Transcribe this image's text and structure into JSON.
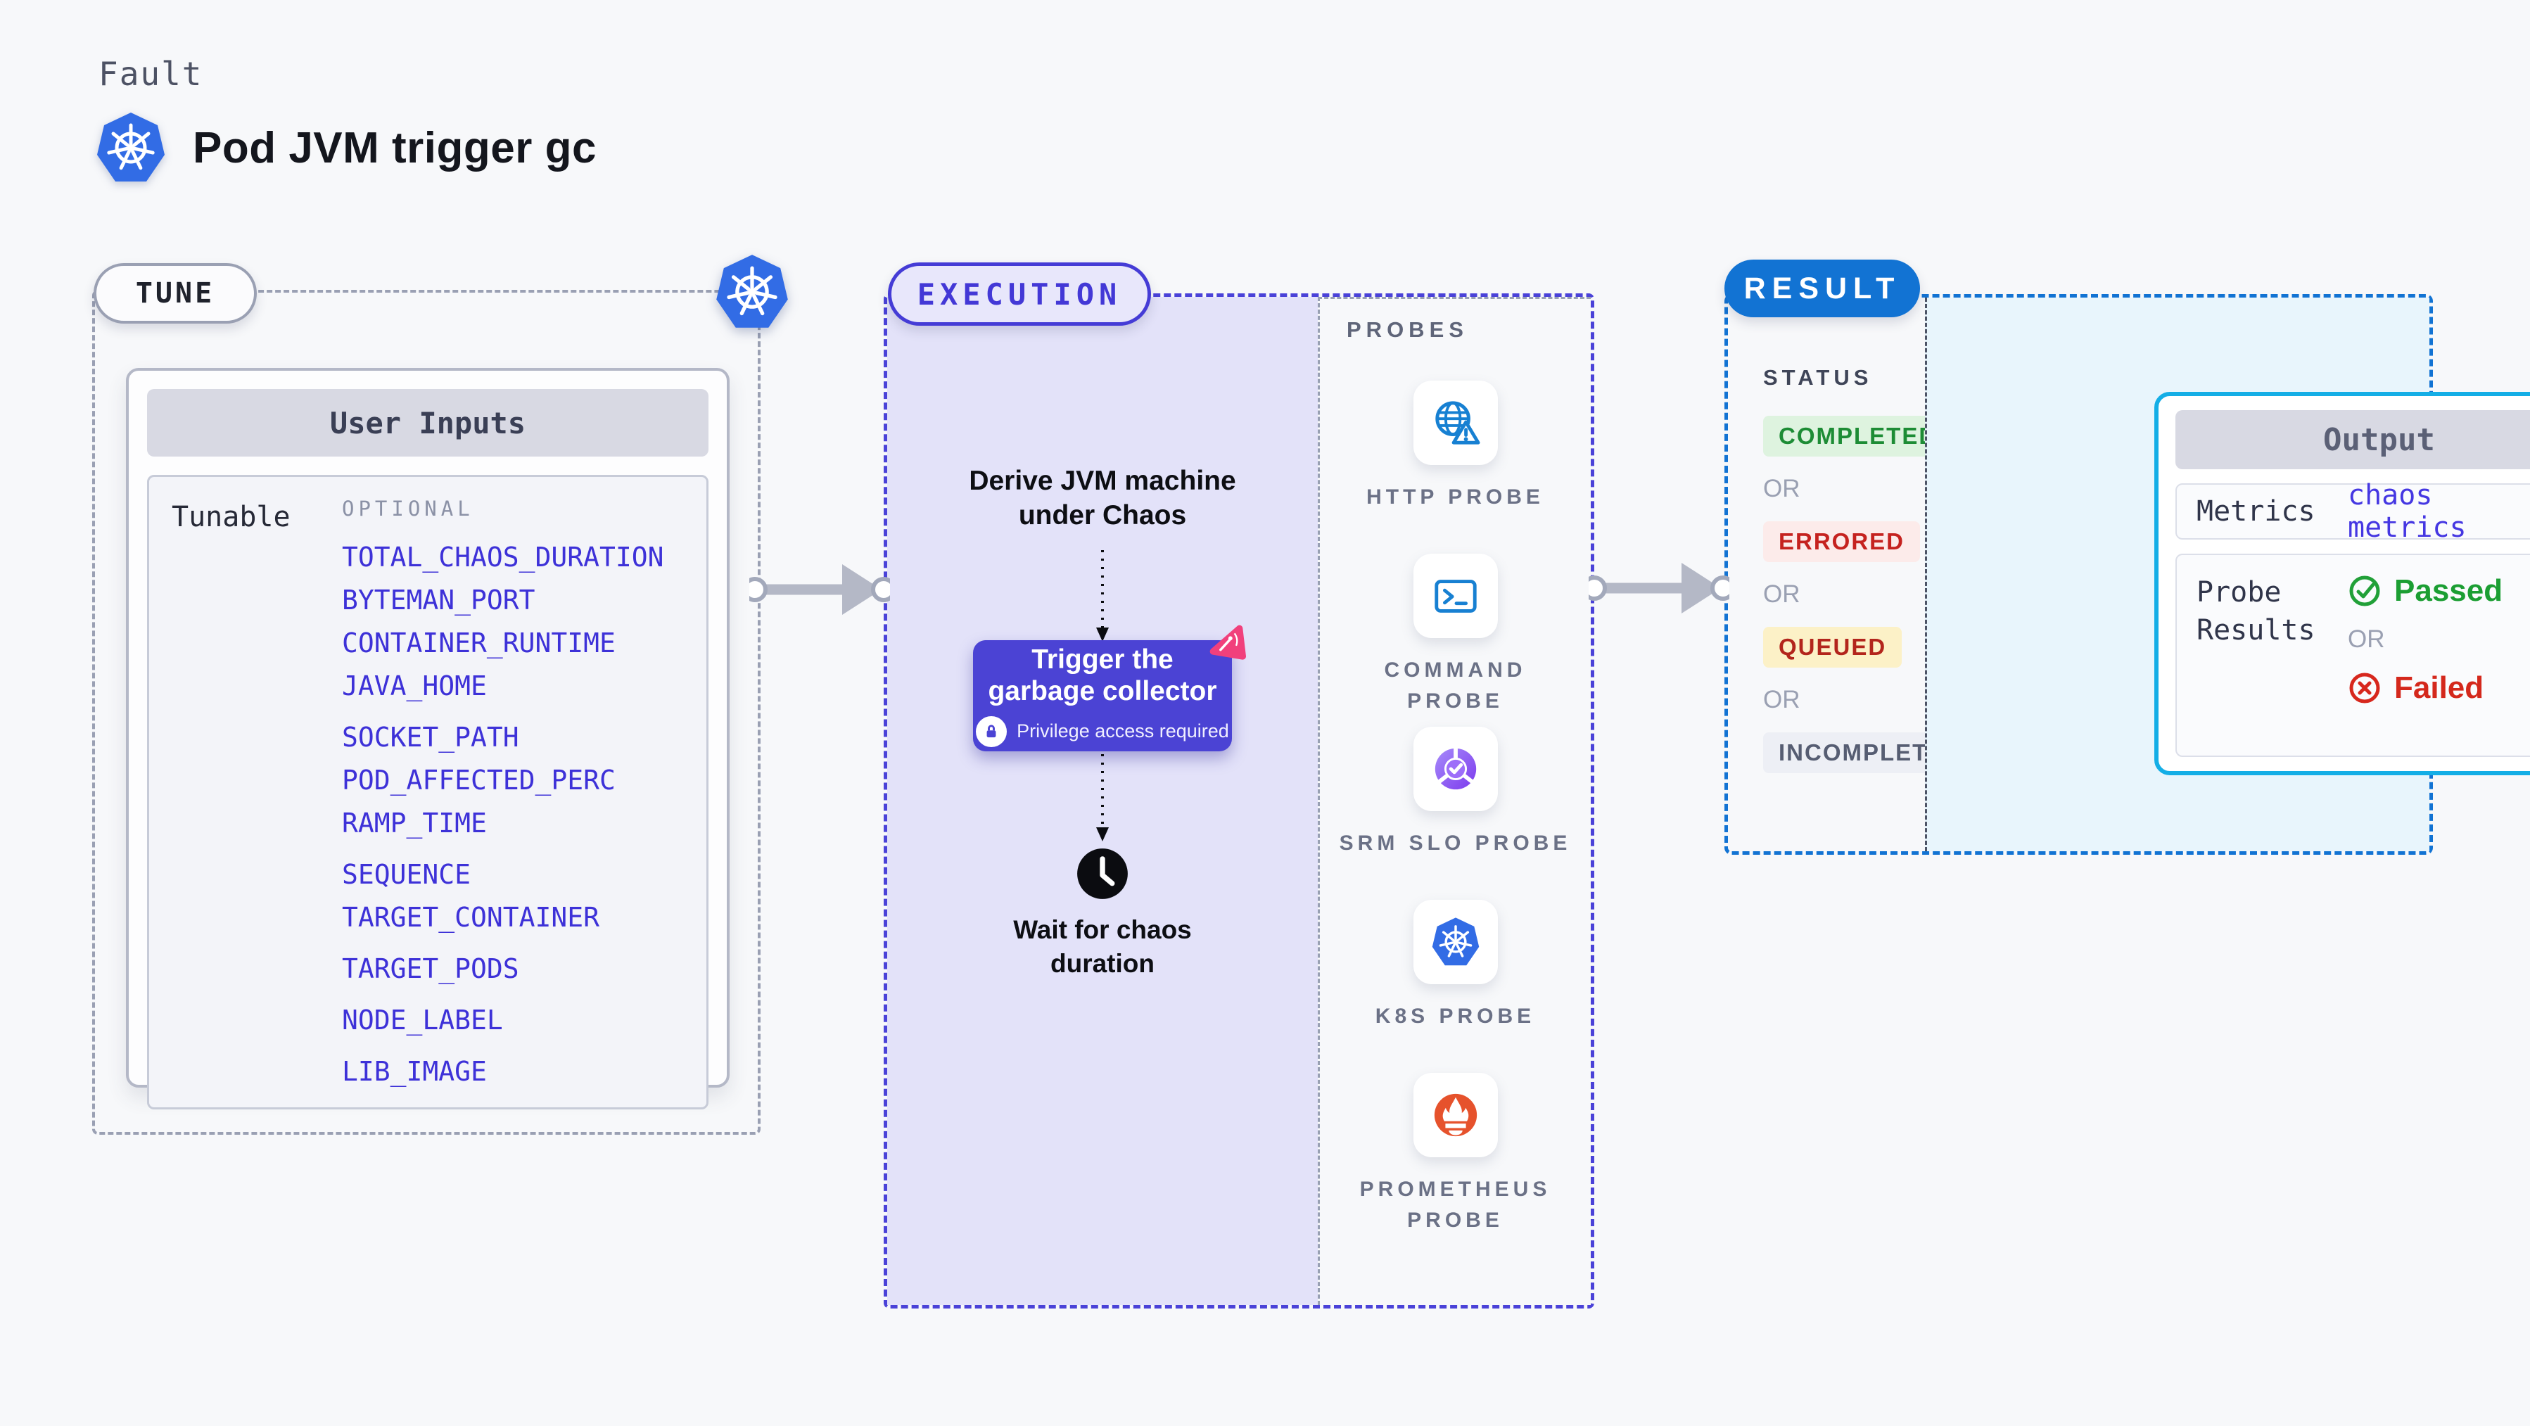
{
  "header": {
    "eyebrow": "Fault",
    "title": "Pod JVM trigger gc"
  },
  "tune": {
    "badge": "TUNE",
    "card_header": "User Inputs",
    "row_label": "Tunable",
    "optional_label": "OPTIONAL",
    "params": [
      "TOTAL_CHAOS_DURATION",
      "BYTEMAN_PORT",
      "CONTAINER_RUNTIME",
      "JAVA_HOME",
      "SOCKET_PATH",
      "POD_AFFECTED_PERC",
      "RAMP_TIME",
      "SEQUENCE",
      "TARGET_CONTAINER",
      "TARGET_PODS",
      "NODE_LABEL",
      "LIB_IMAGE"
    ]
  },
  "execution": {
    "badge": "EXECUTION",
    "derive_text": "Derive JVM machine under Chaos",
    "trigger_text": "Trigger the garbage collector",
    "privilege_text": "Privilege access required",
    "wait_text": "Wait for chaos duration"
  },
  "probes": {
    "title": "PROBES",
    "items": [
      {
        "label": "HTTP PROBE",
        "icon": "globe-alert-icon"
      },
      {
        "label": "COMMAND PROBE",
        "icon": "terminal-icon"
      },
      {
        "label": "SRM SLO PROBE",
        "icon": "slo-donut-icon"
      },
      {
        "label": "K8S PROBE",
        "icon": "kubernetes-icon"
      },
      {
        "label": "PROMETHEUS PROBE",
        "icon": "prometheus-icon"
      }
    ]
  },
  "result": {
    "badge": "RESULT",
    "status_title": "STATUS",
    "or_label": "OR",
    "statuses": [
      {
        "label": "COMPLETED",
        "text_color": "#1d8c35",
        "bg_color": "#def3df"
      },
      {
        "label": "ERRORED",
        "text_color": "#c5221f",
        "bg_color": "#fcebea"
      },
      {
        "label": "QUEUED",
        "text_color": "#b3251c",
        "bg_color": "#fcf1c7"
      },
      {
        "label": "INCOMPLETED",
        "text_color": "#565d72",
        "bg_color": "#edeff5"
      }
    ],
    "output": {
      "header": "Output",
      "metrics_label": "Metrics",
      "metrics_value": "chaos metrics",
      "probe_results_label": "Probe Results",
      "passed_label": "Passed",
      "failed_label": "Failed"
    }
  },
  "colors": {
    "page_bg": "#f7f8fa",
    "accent_indigo": "#4a42d8",
    "accent_blue": "#1273d3",
    "accent_cyan": "#14aee6",
    "param_link_blue": "#3d31d8",
    "lavender_bg": "#e3e2f9",
    "result_panel_bg": "#e8f5fc",
    "kubernetes_blue": "#326ce5",
    "probe_icon_blue": "#1780d2",
    "prometheus_orange": "#e6522c",
    "srm_purple": "#7c3aed",
    "litmus_pink": "#f1407c",
    "passed_green": "#1b9e33",
    "failed_red": "#d4281c"
  }
}
